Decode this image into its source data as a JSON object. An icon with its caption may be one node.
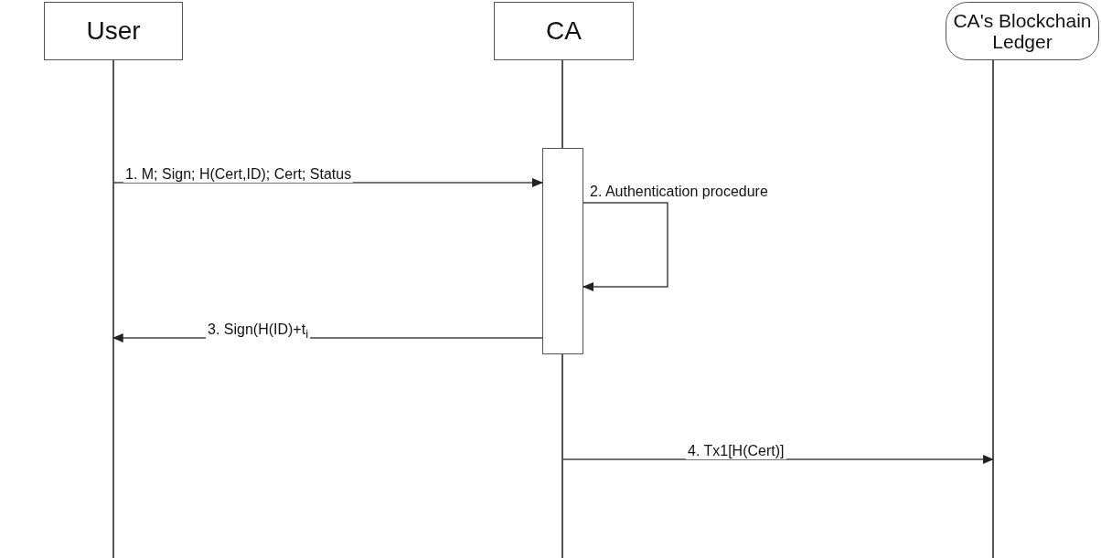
{
  "diagram": {
    "nodes": [
      {
        "text": [
          "User"
        ]
      },
      {
        "text": [
          "CA"
        ]
      },
      {
        "text": [
          "CA's Blockchain Ledger"
        ]
      },
      {
        "text": [],
        "shape": "line"
      },
      {
        "text": [],
        "shape": "line"
      },
      {
        "text": [],
        "shape": "line"
      },
      {
        "text": [],
        "shape": "bar"
      }
    ],
    "edges": [
      {
        "from": 3,
        "to": 6,
        "arrow": "to",
        "label": "1. M; Sign; H(Cert,ID); Cert; Status"
      },
      {
        "from": 6,
        "to": 6,
        "arrow": "to",
        "label": "2. Authentication procedure"
      },
      {
        "from": 6,
        "to": 3,
        "arrow": "to",
        "label": "3. Sign(H(ID)+t$_{i}$"
      },
      {
        "from": 4,
        "to": 5,
        "arrow": "to",
        "label": "4. Tx1[H(Cert)]"
      }
    ]
  }
}
